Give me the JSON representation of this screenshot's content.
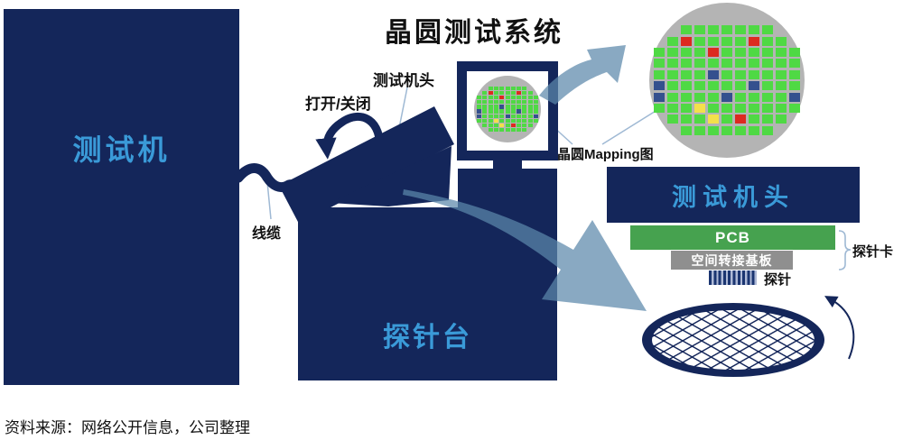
{
  "title": "晶圆测试系统",
  "source_note": "资料来源：网络公开信息，公司整理",
  "labels": {
    "tester": "测试机",
    "cable": "线缆",
    "open_close": "打开/关闭",
    "test_head_callout": "测试机头",
    "prober": "探针台",
    "wafer_mapping": "晶圆Mapping图",
    "test_head_block": "测试机头",
    "pcb": "PCB",
    "space_transformer": "空间转接基板",
    "probe": "探针",
    "probe_card": "探针卡"
  },
  "icons": {
    "open_close_arrow": "curved-arrow-down",
    "zoom_arrow": "curved-arrow-up-right",
    "flow_arrow": "big-curved-arrow-down-right",
    "rotate_arrow": "thin-curved-arrow-up"
  },
  "colors": {
    "navy": "#14265a",
    "light_blue": "#3a9ad8",
    "pcb_green": "#46a24f",
    "bar_gray": "#8f8f8f",
    "wafer_gray": "#b4b4b4",
    "die_green": "#4fd944",
    "die_red": "#dd2a20",
    "die_blue": "#34508e",
    "die_yellow": "#f4e04b",
    "arrow": "#5c88aa",
    "leader": "#9fb9d4",
    "stripe_dark": "#1b3571",
    "stripe_light": "#aeb9d6"
  },
  "wafer_map": {
    "legend_note": "G=pass(green) R=fail(red) B=fail(blue) Y=fail(yellow) .=empty",
    "rows": [
      "..GGGGGGG..",
      ".GRGGGGRGG.",
      "GGGGRGGGGGG",
      "GGGGGGGGGGG",
      "GGGGBGGGGGG",
      "BGGGGGGBGGG",
      "BGGGGBGGGGB",
      "GGGYGGGGGGG",
      ".GGGYGRGGG.",
      "..GGGGGGG.."
    ]
  }
}
